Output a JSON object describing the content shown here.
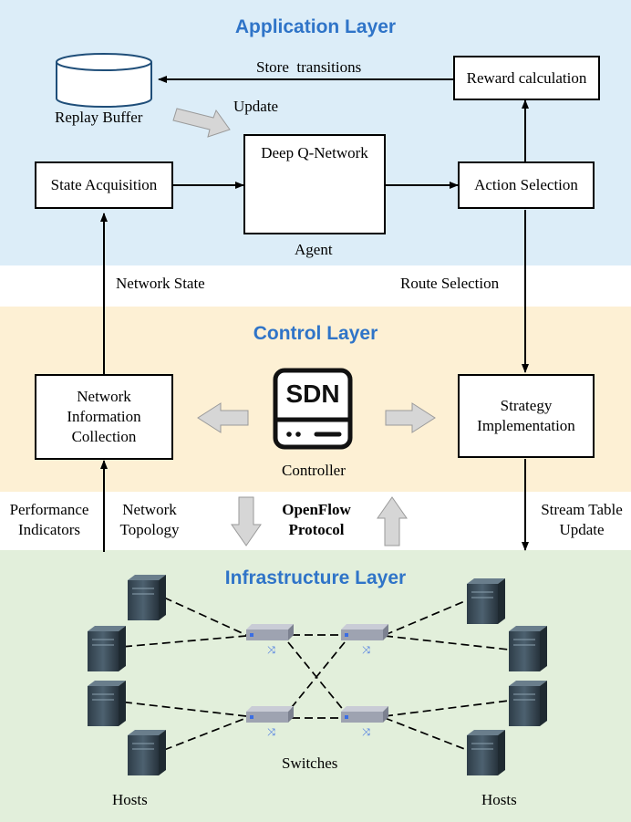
{
  "layers": {
    "application": "Application Layer",
    "control": "Control Layer",
    "infrastructure": "Infrastructure Layer"
  },
  "application": {
    "replay_buffer": "Replay Buffer",
    "store_transitions": "Store  transitions",
    "update": "Update",
    "reward_calculation": "Reward calculation",
    "state_acquisition": "State Acquisition",
    "dqn": "Deep Q-Network",
    "agent": "Agent",
    "action_selection": "Action Selection"
  },
  "between": {
    "network_state": "Network State",
    "route_selection": "Route Selection"
  },
  "control": {
    "network_info_collection": "Network Information Collection",
    "sdn": "SDN",
    "controller": "Controller",
    "strategy_implementation": "Strategy Implementation"
  },
  "southbound": {
    "performance_indicators": "Performance Indicators",
    "network_topology": "Network Topology",
    "openflow_protocol": "OpenFlow Protocol",
    "stream_table_update": "Stream Table Update"
  },
  "infrastructure": {
    "switches": "Switches",
    "hosts_left": "Hosts",
    "hosts_right": "Hosts"
  },
  "colors": {
    "application_bg": "#dcedf8",
    "control_bg": "#fdf0d4",
    "infrastructure_bg": "#e2efdb",
    "title_blue": "#2f74c8"
  }
}
